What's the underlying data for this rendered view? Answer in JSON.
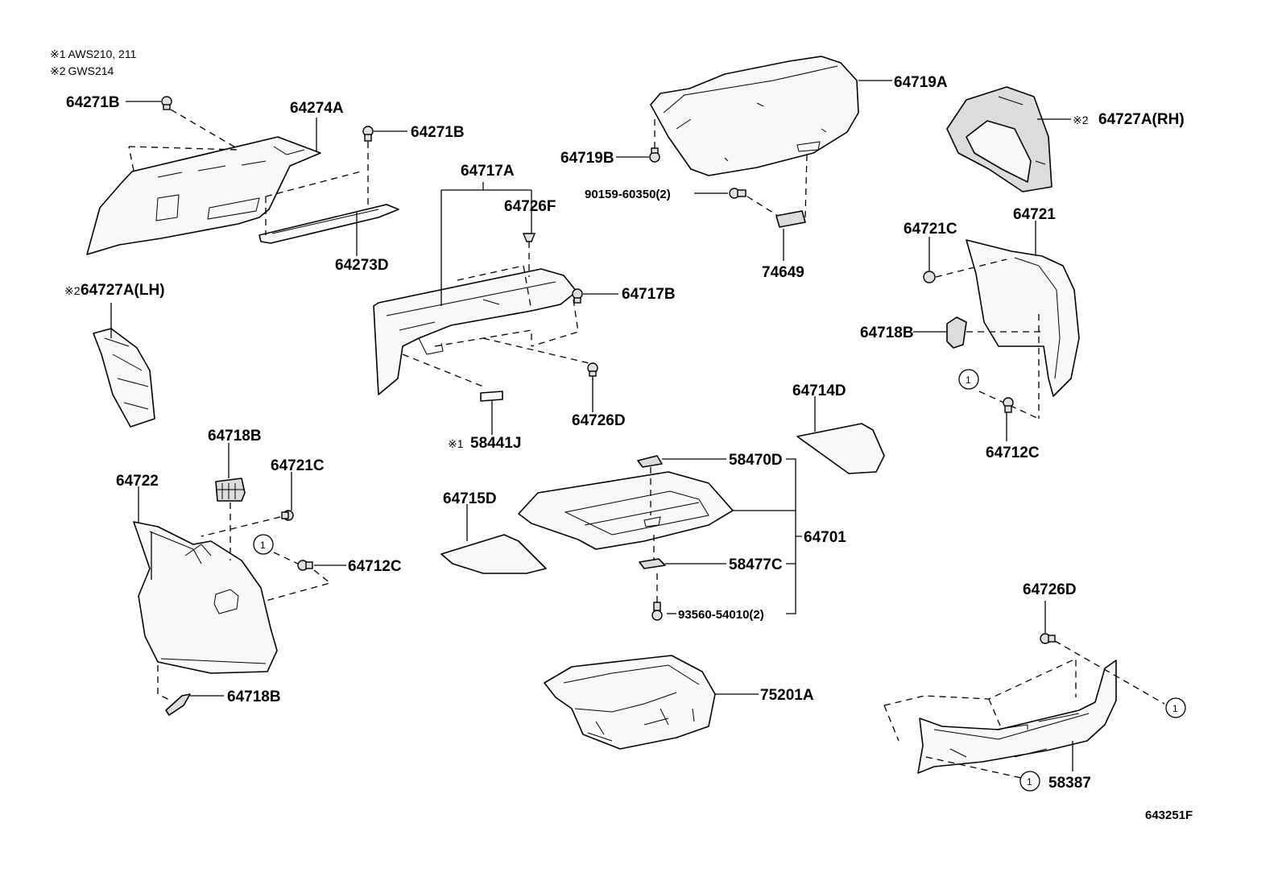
{
  "notes": [
    {
      "mark": "※1",
      "text": "AWS210, 211"
    },
    {
      "mark": "※2",
      "text": "GWS214"
    }
  ],
  "callouts": {
    "c64271B_a": "64271B",
    "c64274A": "64274A",
    "c64271B_b": "64271B",
    "c64273D": "64273D",
    "c64727A_LH": "64727A(LH)",
    "c64717A": "64717A",
    "c64726F": "64726F",
    "c64717B": "64717B",
    "c64726D_a": "64726D",
    "c58441J": "58441J",
    "c64719A": "64719A",
    "c64719B": "64719B",
    "c90159": "90159-60350(2)",
    "c74649": "74649",
    "c64727A_RH": "64727A(RH)",
    "c64721": "64721",
    "c64721C_a": "64721C",
    "c64718B_a": "64718B",
    "c64712C_a": "64712C",
    "c64714D": "64714D",
    "c58470D": "58470D",
    "c64701": "64701",
    "c58477C": "58477C",
    "c93560": "93560-54010(2)",
    "c64715D": "64715D",
    "c64718B_b": "64718B",
    "c64721C_b": "64721C",
    "c64722": "64722",
    "c64712C_b": "64712C",
    "c64718B_c": "64718B",
    "c75201A": "75201A",
    "c64726D_b": "64726D",
    "c58387": "58387"
  },
  "marks": {
    "note1": "※1",
    "note2": "※2"
  },
  "ref_circle": "1",
  "figure_code": "643251F"
}
